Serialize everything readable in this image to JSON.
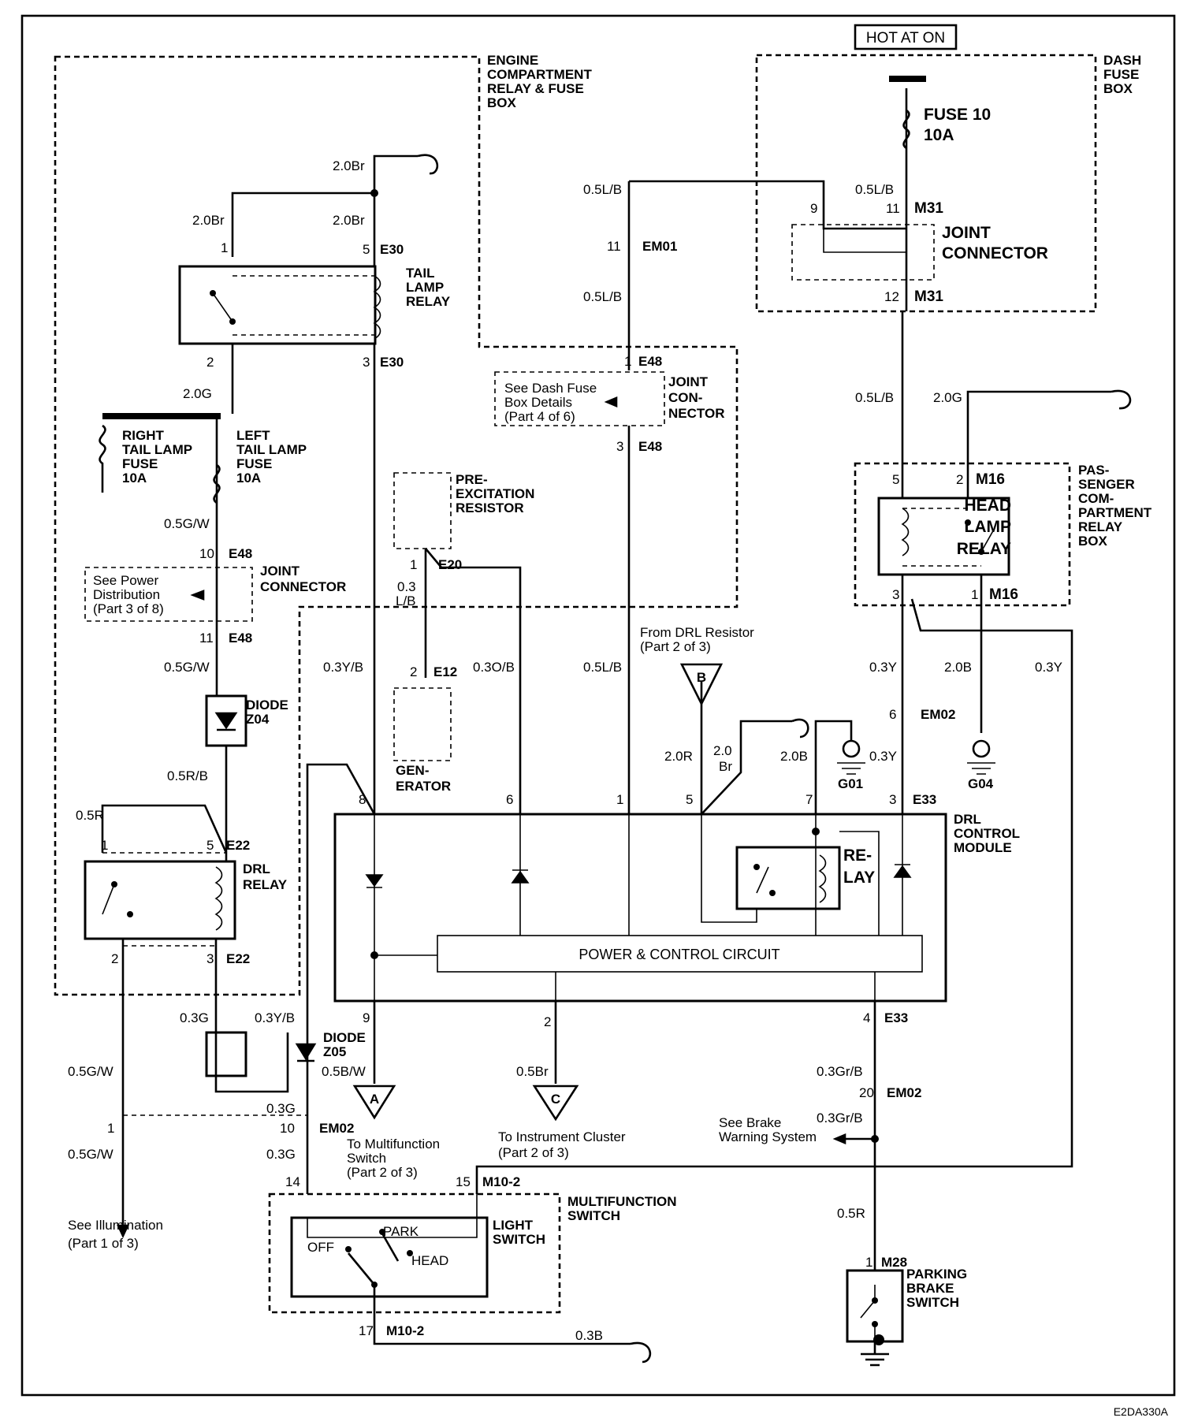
{
  "diagram_id": "E2DA330A",
  "hot_at_on": "HOT AT ON",
  "boxes": {
    "engine_box": [
      "ENGINE",
      "COMPARTMENT",
      "RELAY & FUSE",
      "BOX"
    ],
    "dash_fuse_box": [
      "DASH",
      "FUSE",
      "BOX"
    ],
    "passenger_box": [
      "PAS-",
      "SENGER",
      "COM-",
      "PARTMENT",
      "RELAY",
      "BOX"
    ],
    "drl_control_module": [
      "DRL",
      "CONTROL",
      "MODULE"
    ],
    "multifunction_switch": [
      "MULTIFUNCTION",
      "SWITCH"
    ]
  },
  "components": {
    "fuse10": [
      "FUSE 10",
      "10A"
    ],
    "m31_joint": [
      "JOINT",
      "CONNECTOR"
    ],
    "tail_lamp_relay": [
      "TAIL",
      "LAMP",
      "RELAY"
    ],
    "right_tail_fuse": [
      "RIGHT",
      "TAIL LAMP",
      "FUSE",
      "10A"
    ],
    "left_tail_fuse": [
      "LEFT",
      "TAIL LAMP",
      "FUSE",
      "10A"
    ],
    "e48_joint_upper": [
      "JOINT",
      "CON-",
      "NECTOR"
    ],
    "e48_joint_lower": [
      "JOINT",
      "CONNECTOR"
    ],
    "pre_excitation": [
      "PRE-",
      "EXCITATION",
      "RESISTOR"
    ],
    "generator": [
      "GEN-",
      "ERATOR"
    ],
    "diode_z04": [
      "DIODE",
      "Z04"
    ],
    "diode_z05": [
      "DIODE",
      "Z05"
    ],
    "drl_relay": [
      "DRL",
      "RELAY"
    ],
    "head_lamp_relay": [
      "HEAD",
      "LAMP",
      "RELAY"
    ],
    "module_relay": [
      "RE-",
      "LAY"
    ],
    "power_control": "POWER & CONTROL CIRCUIT",
    "light_switch": [
      "LIGHT",
      "SWITCH"
    ],
    "parking_brake": [
      "PARKING",
      "BRAKE",
      "SWITCH"
    ],
    "switch_off": "OFF",
    "switch_park": "PARK",
    "switch_head": "HEAD"
  },
  "notes": {
    "see_dash_fuse": [
      "See Dash Fuse",
      "Box Details",
      "(Part 4 of 6)"
    ],
    "see_power": [
      "See Power",
      "Distribution",
      "(Part 3 of 8)"
    ],
    "from_drl_resistor": [
      "From DRL Resistor",
      "(Part 2 of 3)"
    ],
    "to_multifunction": [
      "To Multifunction",
      "Switch",
      "(Part 2 of 3)"
    ],
    "to_instrument": [
      "To Instrument Cluster",
      "(Part 2 of 3)"
    ],
    "see_brake": [
      "See Brake",
      "Warning System"
    ],
    "see_illumination": [
      "See Illumination",
      "(Part 1 of 3)"
    ]
  },
  "connectors": {
    "e30": "E30",
    "e48": "E48",
    "e20": "E20",
    "e12": "E12",
    "e22": "E22",
    "e33": "E33",
    "em01": "EM01",
    "em02": "EM02",
    "m31": "M31",
    "m16": "M16",
    "m10_2": "M10-2",
    "m28": "M28",
    "g01": "G01",
    "g04": "G04"
  },
  "terminals": {
    "t1": "1",
    "t2": "2",
    "t3": "3",
    "t4": "4",
    "t5": "5",
    "t6": "6",
    "t7": "7",
    "t8": "8",
    "t9": "9",
    "t10": "10",
    "t11": "11",
    "t12": "12",
    "t14": "14",
    "t15": "15",
    "t17": "17",
    "t20": "20"
  },
  "wires": {
    "w20br": "2.0Br",
    "w05lb": "0.5L/B",
    "w20g": "2.0G",
    "w05gw": "0.5G/W",
    "w03lb": [
      "0.3",
      "L/B"
    ],
    "w03yb": "0.3Y/B",
    "w03ob": "0.3O/B",
    "w05rb": "0.5R/B",
    "w05r": "0.5R",
    "w03g": "0.3G",
    "w05bw": "0.5B/W",
    "w05br": "0.5Br",
    "w20r": "2.0R",
    "w20br2": [
      "2.0",
      "Br"
    ],
    "w20b": "2.0B",
    "w03y": "0.3Y",
    "w03grb": "0.3Gr/B",
    "w03b": "0.3B"
  },
  "markers": {
    "a": "A",
    "b": "B",
    "c": "C"
  }
}
